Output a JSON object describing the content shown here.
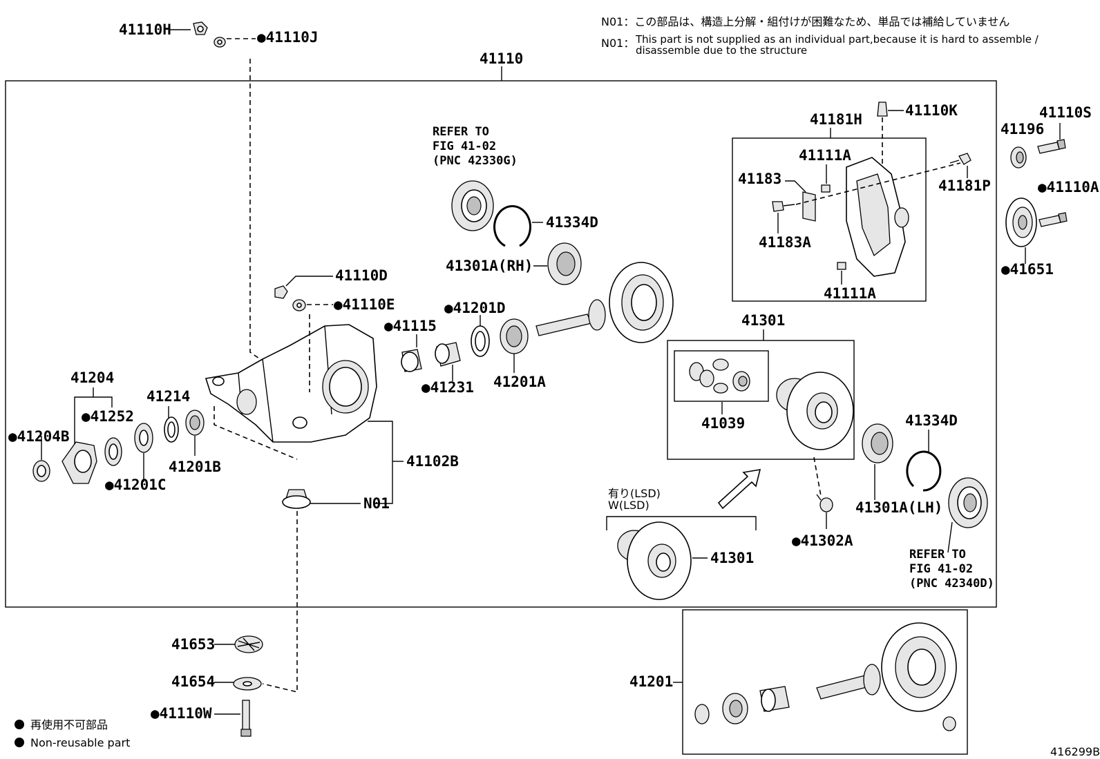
{
  "notes": {
    "n01_jp": "N01：この部品は、構造上分解・組付けが困難なため、単品では補給していません",
    "n01_prefix": "N01：",
    "n01_en_line1": "This part is not supplied as an individual part,because it is hard to assemble /",
    "n01_en_line2": "disassemble due to the structure"
  },
  "legend": {
    "jp": "再使用不可部品",
    "en": "Non-reusable part"
  },
  "figure_id": "416299B",
  "labels": {
    "p41110H": "41110H",
    "p41110J": "●41110J",
    "p41110": "41110",
    "refer1_l1": "REFER TO",
    "refer1_l2": "FIG 41-02",
    "refer1_l3": "(PNC 42330G)",
    "p41334D_top": "41334D",
    "p41301A_RH": "41301A(RH)",
    "p41110D": "41110D",
    "p41110E": "●41110E",
    "p41201D": "●41201D",
    "p41115": "●41115",
    "p41231": "●41231",
    "p41201A": "41201A",
    "p41204": "41204",
    "p41252": "●41252",
    "p41214": "41214",
    "p41204B": "●41204B",
    "p41201B": "41201B",
    "p41201C": "●41201C",
    "p41102B": "41102B",
    "pN01": "N01",
    "p41181H": "41181H",
    "p41110K": "41110K",
    "p41111A_top": "41111A",
    "p41183": "41183",
    "p41183A": "41183A",
    "p41111A_bot": "41111A",
    "p41181P": "41181P",
    "p41196": "41196",
    "p41110S": "41110S",
    "p41110A": "●41110A",
    "p41651": "●41651",
    "p41301_box": "41301",
    "p41039": "41039",
    "p41334D_right": "41334D",
    "p41301A_LH": "41301A(LH)",
    "p41302A": "●41302A",
    "lsd_l1": "有り(LSD)",
    "lsd_l2": "W(LSD)",
    "p41301_lsd": "41301",
    "refer2_l1": "REFER TO",
    "refer2_l2": "FIG 41-02",
    "refer2_l3": "(PNC 42340D)",
    "p41653": "41653",
    "p41654": "41654",
    "p41110W": "●41110W",
    "p41201": "41201"
  }
}
